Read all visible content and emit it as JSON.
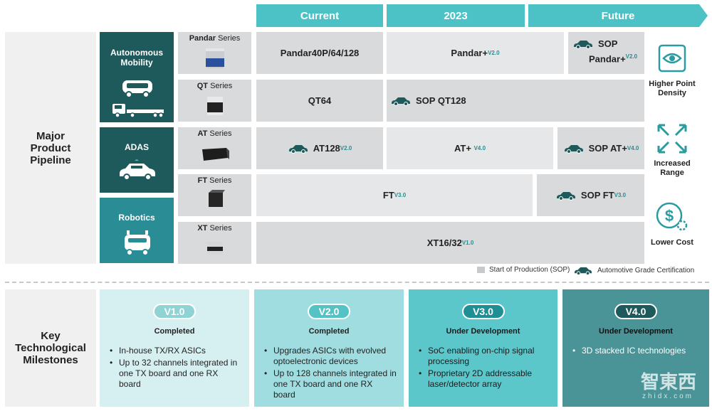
{
  "timeline": {
    "current": "Current",
    "y2023": "2023",
    "future": "Future"
  },
  "sections": {
    "pipeline": "Major Product Pipeline",
    "milestones": "Key Technological Milestones"
  },
  "categories": {
    "autonomous": "Autonomous Mobility",
    "adas": "ADAS",
    "robotics": "Robotics"
  },
  "series": [
    {
      "bold": "Pandar",
      "rest": " Series"
    },
    {
      "bold": "QT",
      "rest": " Series"
    },
    {
      "bold": "AT",
      "rest": " Series"
    },
    {
      "bold": "FT",
      "rest": " Series"
    },
    {
      "bold": "XT",
      "rest": " Series"
    }
  ],
  "cells": {
    "pandar_current": "Pandar40P/64/128",
    "pandar_2023": "Pandar+",
    "pandar_2023_ver": "V2.0",
    "pandar_future_sop": "SOP",
    "pandar_future": "Pandar+",
    "pandar_future_ver": "V2.0",
    "qt_current": "QT64",
    "qt_2023": "SOP QT128",
    "at_current": "AT128",
    "at_current_ver": "V2.0",
    "at_2023": "AT+",
    "at_2023_ver": "V4.0",
    "at_future": "SOP AT+",
    "at_future_ver": "V4.0",
    "ft_main": "FT",
    "ft_main_ver": "V3.0",
    "ft_future": "SOP FT",
    "ft_future_ver": "V3.0",
    "xt_main": "XT16/32",
    "xt_main_ver": "V1.0"
  },
  "benefits": [
    "Higher Point Density",
    "Increased Range",
    "Lower Cost"
  ],
  "legend": {
    "sop": "Start of Production (SOP)",
    "cert": "Automotive Grade Certification"
  },
  "milestones": [
    {
      "version": "V1.0",
      "status": "Completed",
      "items": [
        "In-house TX/RX ASICs",
        "Up to 32 channels integrated in one TX board and one RX board"
      ]
    },
    {
      "version": "V2.0",
      "status": "Completed",
      "items": [
        "Upgrades ASICs with evolved optoelectronic devices",
        "Up to 128 channels integrated in one TX board and one RX board"
      ]
    },
    {
      "version": "V3.0",
      "status": "Under Development",
      "items": [
        "SoC enabling on-chip signal processing",
        "Proprietary 2D addressable laser/detector array"
      ]
    },
    {
      "version": "V4.0",
      "status": "Under Development",
      "items": [
        "3D stacked IC technologies"
      ]
    }
  ],
  "watermark": {
    "cn": "智東西",
    "latin": "zhidx.com"
  },
  "colors": {
    "teal_header": "#4cc2c6",
    "dark_teal": "#1e5a5c",
    "robotics": "#2a8d96"
  }
}
